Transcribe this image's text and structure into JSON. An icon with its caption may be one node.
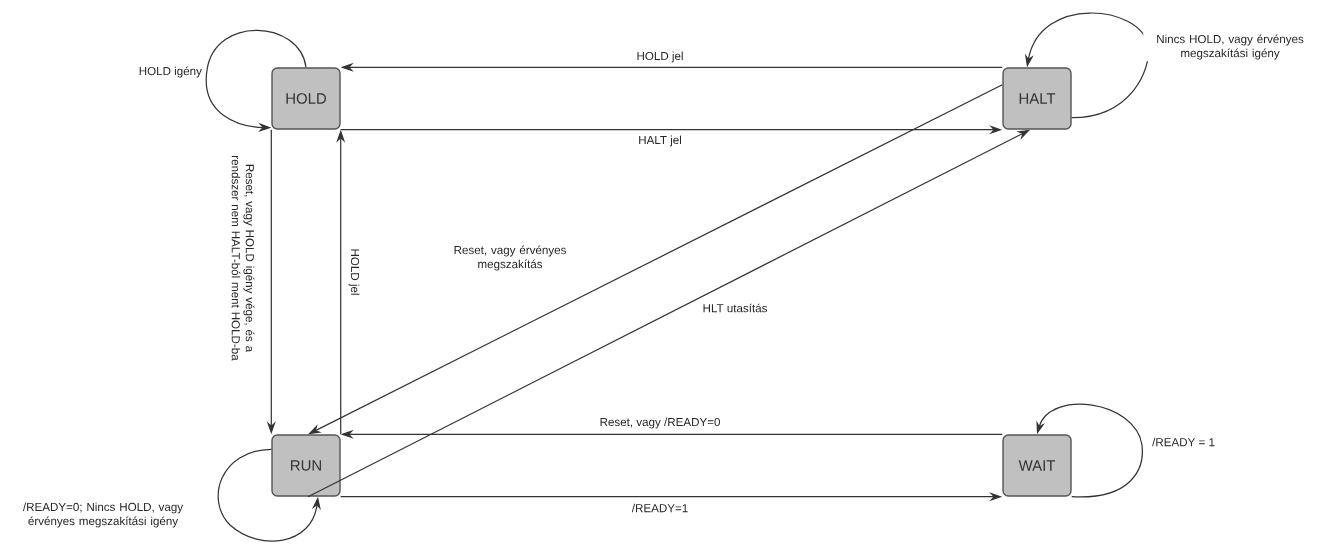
{
  "diagram": {
    "nodes": [
      {
        "text": [
          "HOLD"
        ]
      },
      {
        "text": [
          "HALT"
        ]
      },
      {
        "text": [
          "RUN"
        ]
      },
      {
        "text": [
          "WAIT"
        ]
      }
    ],
    "edges": [
      {
        "from": 1,
        "to": 0,
        "arrow": "to",
        "label": "HOLD jel"
      },
      {
        "from": 0,
        "to": 1,
        "arrow": "to",
        "label": "HALT jel"
      },
      {
        "from": 0,
        "to": 2,
        "arrow": "to",
        "label": "Reset, vagy HOLD igény vége, és a rendszer nem HALT-ból ment HOLD-ba"
      },
      {
        "from": 2,
        "to": 0,
        "arrow": "to",
        "label": "HOLD jel"
      },
      {
        "from": 1,
        "to": 2,
        "arrow": "to",
        "label": "Reset, vagy érvényes megszakítás"
      },
      {
        "from": 2,
        "to": 1,
        "arrow": "to",
        "label": "HLT utasítás"
      },
      {
        "from": 3,
        "to": 2,
        "arrow": "to",
        "label": "Reset, vagy /READY=0"
      },
      {
        "from": 2,
        "to": 3,
        "arrow": "to",
        "label": "/READY=1"
      },
      {
        "from": 0,
        "to": 0,
        "arrow": "to",
        "label": "HOLD igény"
      },
      {
        "from": 1,
        "to": 1,
        "arrow": "to",
        "label": "Nincs HOLD, vagy érvényes megszakítási igény"
      },
      {
        "from": 2,
        "to": 2,
        "arrow": "to",
        "label": "/READY=0; Nincs HOLD, vagy érvényes megszakítási igény"
      },
      {
        "from": 3,
        "to": 3,
        "arrow": "to",
        "label": "/READY = 1"
      }
    ]
  }
}
